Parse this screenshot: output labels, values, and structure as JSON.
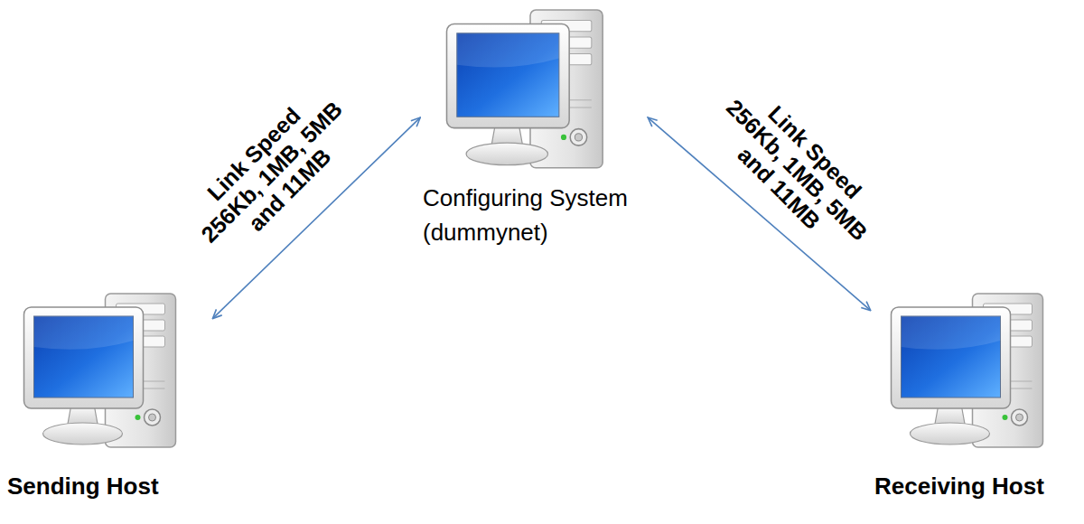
{
  "diagram": {
    "nodes": [
      {
        "text": [
          "Configuring System (dummynet)"
        ]
      },
      {
        "text": [
          "Sending Host"
        ]
      },
      {
        "text": [
          "Receiving Host"
        ]
      }
    ],
    "edges": [
      {
        "from": 1,
        "to": 0,
        "arrow": "both",
        "label": "Link Speed 256Kb, 1MB, 5MB and 11MB"
      },
      {
        "from": 0,
        "to": 2,
        "arrow": "both",
        "label": "Link Speed 256Kb, 1MB, 5MB and 11MB"
      }
    ]
  }
}
